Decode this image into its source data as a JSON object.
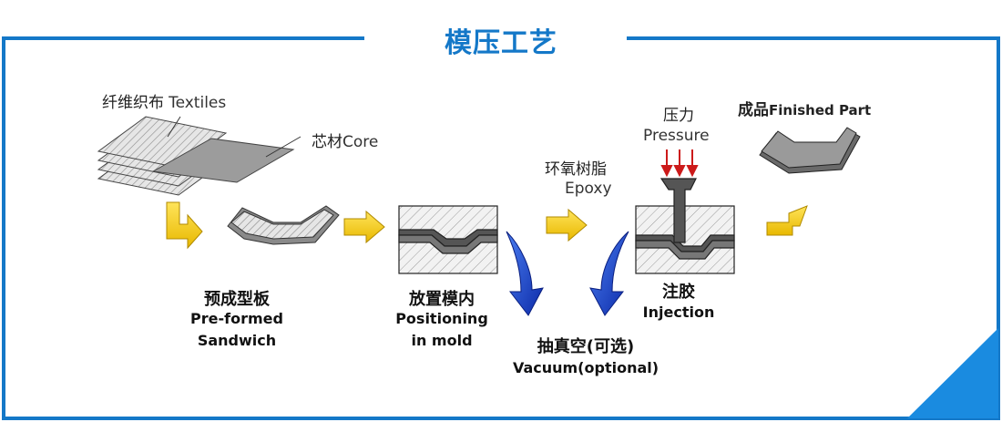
{
  "title": "模压工艺",
  "materials": {
    "textiles_cn": "纤维织布",
    "textiles_en": "Textiles",
    "core_cn": "芯材",
    "core_en": "Core",
    "epoxy_cn": "环氧树脂",
    "epoxy_en": "Epoxy",
    "pressure_cn": "压力",
    "pressure_en": "Pressure"
  },
  "steps": [
    {
      "cn": "预成型板",
      "en_line1": "Pre-formed",
      "en_line2": "Sandwich"
    },
    {
      "cn": "放置模内",
      "en_line1": "Positioning",
      "en_line2": "in mold"
    },
    {
      "cn": "注胶",
      "en_line1": "Injection",
      "en_line2": ""
    }
  ],
  "vacuum": {
    "cn": "抽真空(可选)",
    "en": "Vacuum(optional)"
  },
  "finished": {
    "cn": "成品",
    "en": "Finished Part"
  },
  "colors": {
    "frame": "#1478c8",
    "arrow_yellow": "#f2cc1a",
    "arrow_blue": "#1a3fd0",
    "part_gray": "#7d7d7d"
  }
}
